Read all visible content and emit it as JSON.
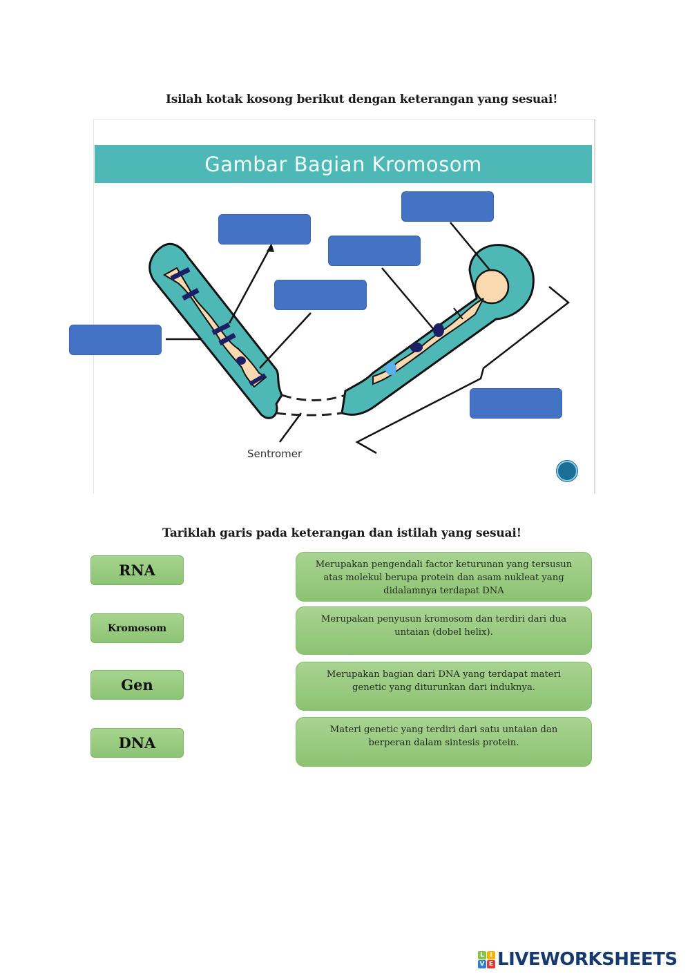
{
  "section1": {
    "instruction": "Isilah kotak kosong berikut dengan keterangan yang sesuai!",
    "figure_title": "Gambar Bagian Kromosom",
    "centromere_label": "Sentromer",
    "blank_boxes": [
      {
        "id": "label-top-left",
        "value": ""
      },
      {
        "id": "label-top-right",
        "value": ""
      },
      {
        "id": "label-middle-right",
        "value": ""
      },
      {
        "id": "label-middle-center",
        "value": ""
      },
      {
        "id": "label-left",
        "value": ""
      },
      {
        "id": "label-bottom-right",
        "value": ""
      }
    ]
  },
  "section2": {
    "instruction": "Tariklah garis pada keterangan dan istilah yang sesuai!",
    "terms": [
      {
        "label": "RNA"
      },
      {
        "label": "Kromosom"
      },
      {
        "label": "Gen"
      },
      {
        "label": "DNA"
      }
    ],
    "descriptions": [
      {
        "text": "Merupakan pengendali factor keturunan yang tersusun atas molekul berupa protein dan asam nukleat yang didalamnya terdapat DNA"
      },
      {
        "text": "Merupakan penyusun kromosom dan terdiri dari dua untaian (dobel helix)."
      },
      {
        "text": "Merupakan bagian dari DNA yang terdapat materi genetic yang diturunkan dari induknya."
      },
      {
        "text": "Materi genetic yang terdiri dari satu untaian dan berperan dalam sintesis protein."
      }
    ]
  },
  "branding": {
    "logo_text": "LIVEWORKSHEETS",
    "logo_letters": [
      "L",
      "I",
      "V",
      "E"
    ],
    "logo_colors": [
      "#8bc34a",
      "#f5b400",
      "#2f80d1",
      "#e53935"
    ]
  },
  "colors": {
    "banner": "#4db8b5",
    "blank_box": "#4472c4",
    "chromatid": "#4db8b5",
    "chromatin": "#f9d9b0",
    "band": "#1a1f66",
    "term_green": "#9ccd83"
  }
}
